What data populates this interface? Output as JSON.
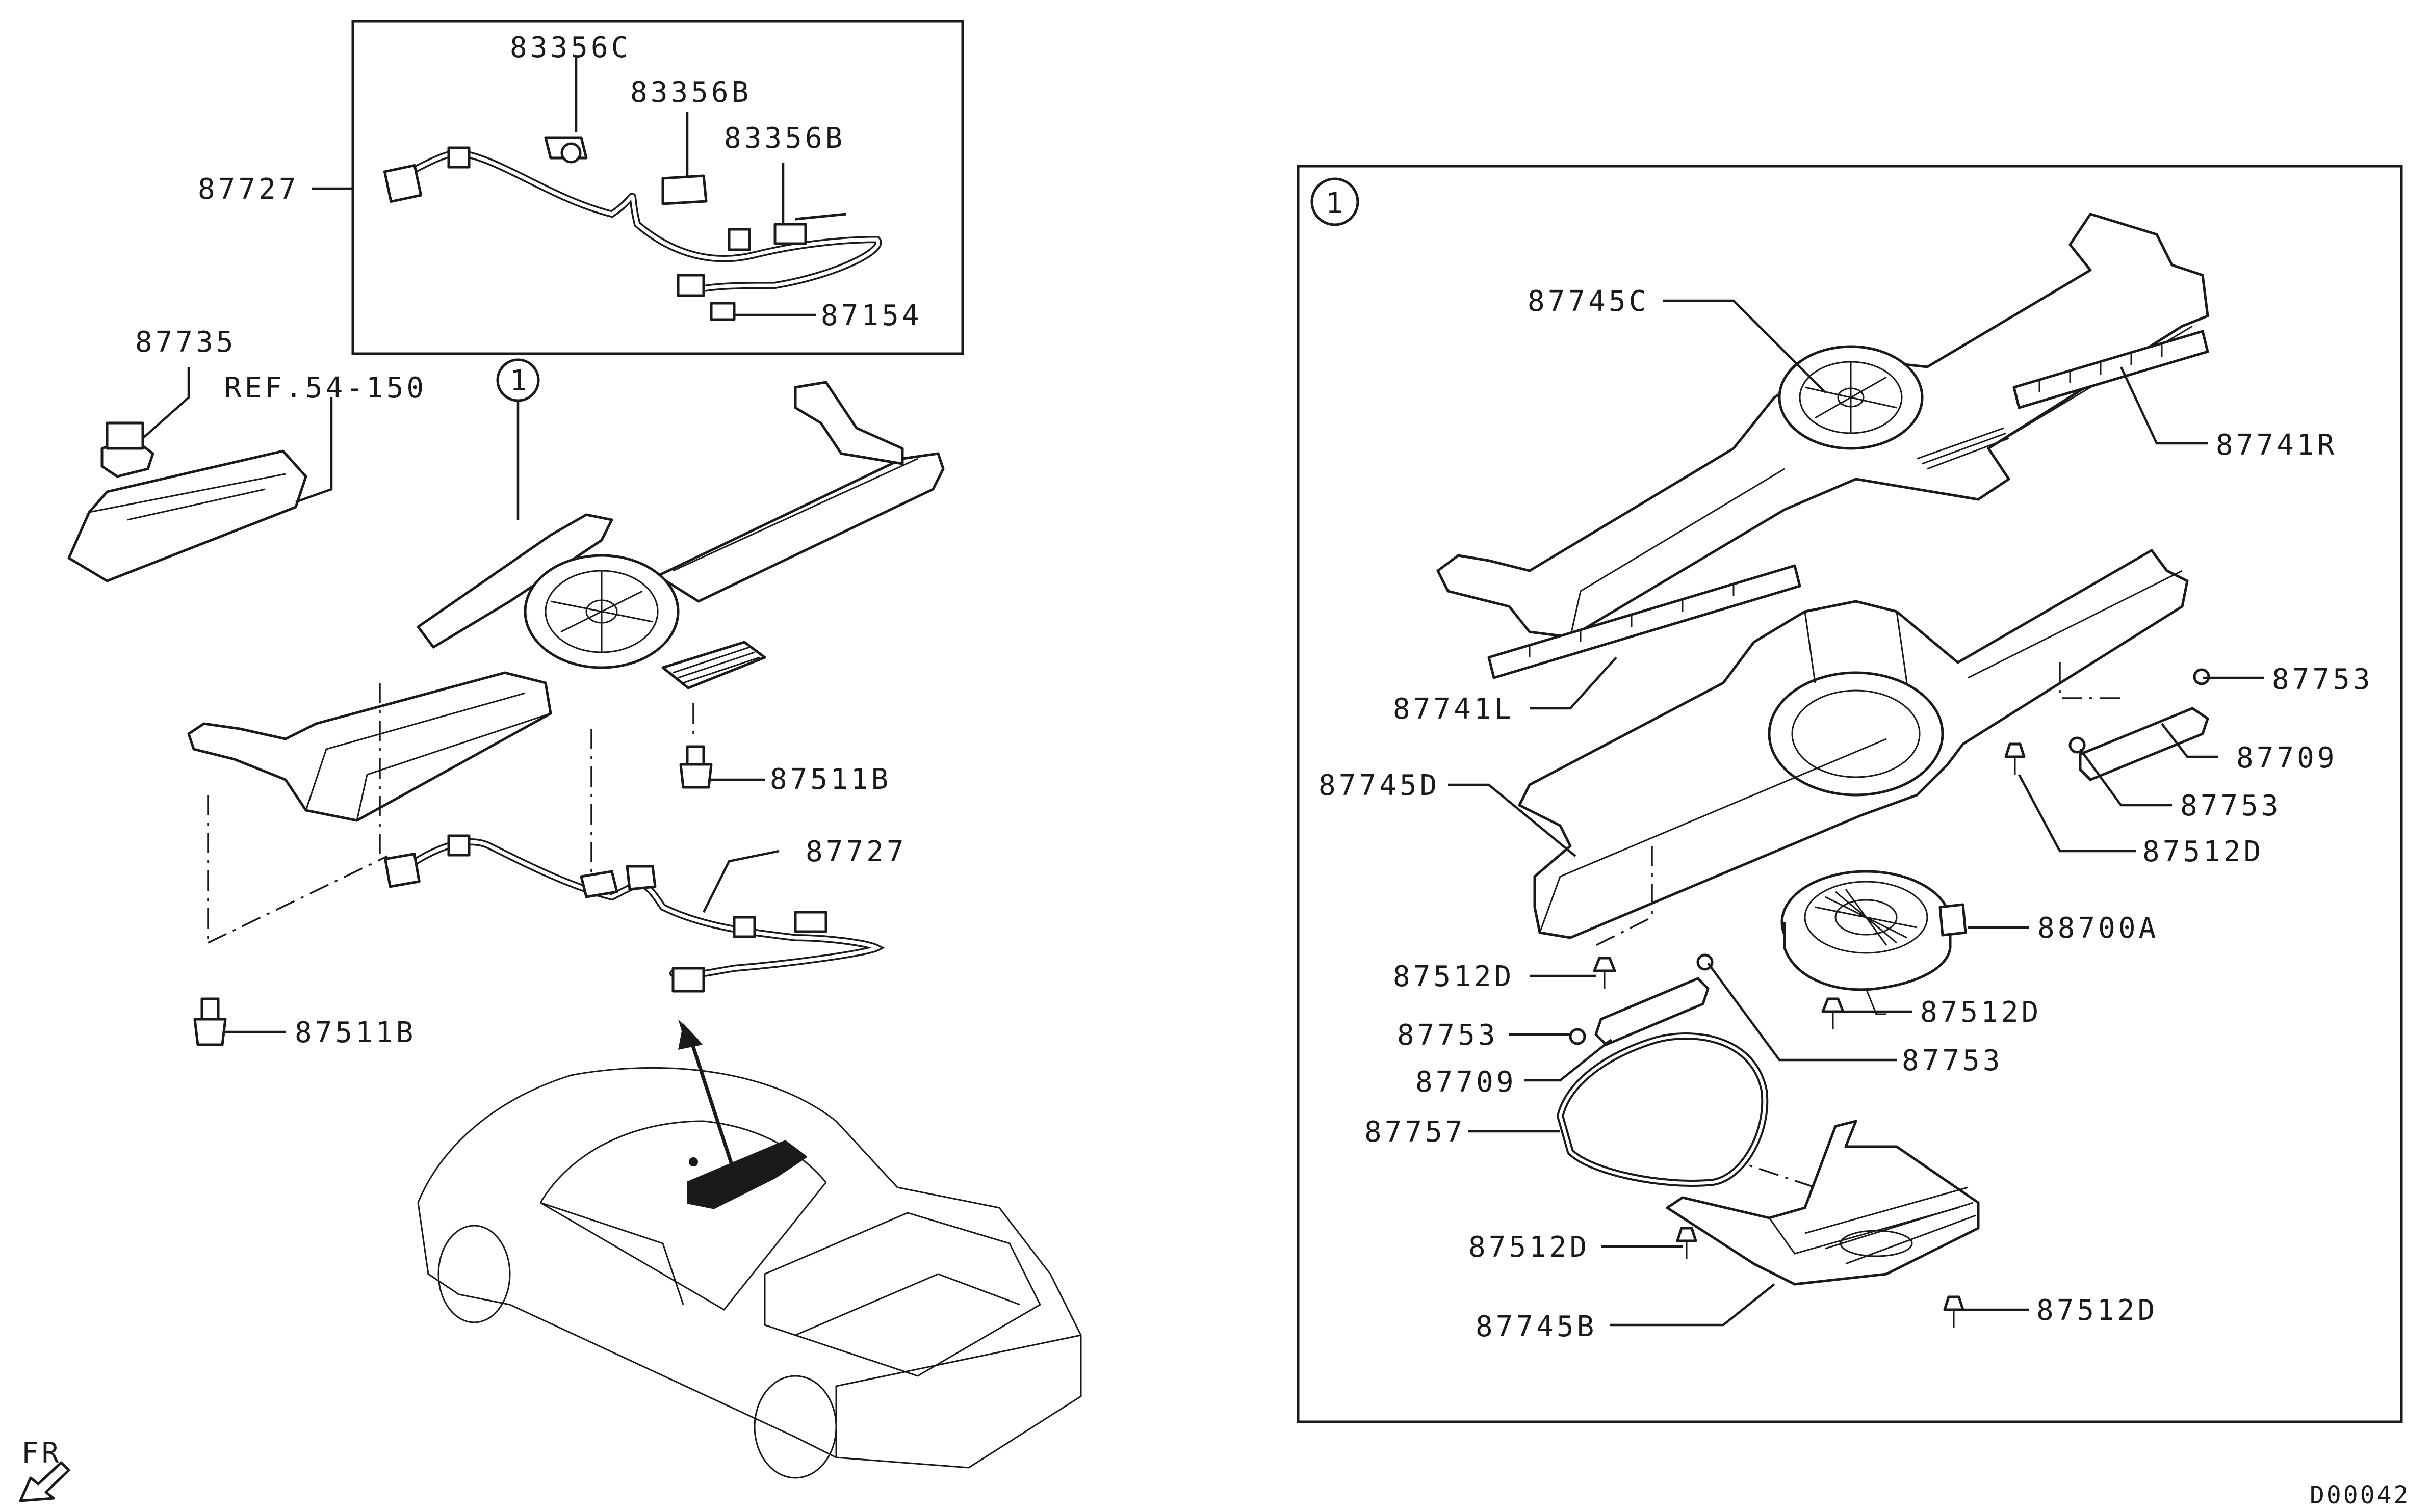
{
  "diagram": {
    "code": "D00042",
    "front_marker": "FR",
    "detail_callout": "1",
    "reference_note": "REF.54-150"
  },
  "part_labels": {
    "p83356C": "83356C",
    "p83356B_a": "83356B",
    "p83356B_b": "83356B",
    "p87727_top": "87727",
    "p87154": "87154",
    "p87735": "87735",
    "p87511B_a": "87511B",
    "p87511B_b": "87511B",
    "p87727_mid": "87727",
    "p87745C": "87745C",
    "p87741R": "87741R",
    "p87741L": "87741L",
    "p87753_a": "87753",
    "p87709_a": "87709",
    "p87753_b": "87753",
    "p87745D": "87745D",
    "p87512D_a": "87512D",
    "p88700A": "88700A",
    "p87512D_b": "87512D",
    "p87512D_c": "87512D",
    "p87753_c": "87753",
    "p87753_d": "87753",
    "p87709_b": "87709",
    "p87757": "87757",
    "p87512D_d": "87512D",
    "p87512D_e": "87512D",
    "p87745B": "87745B"
  }
}
